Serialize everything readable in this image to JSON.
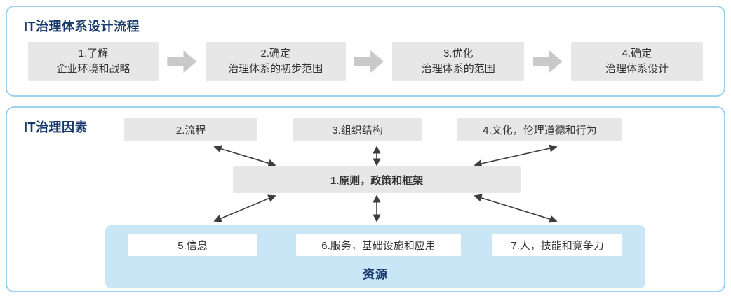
{
  "top_panel": {
    "title": "IT治理体系设计流程",
    "steps": [
      {
        "line1": "1.了解",
        "line2": "企业环境和战略"
      },
      {
        "line1": "2.确定",
        "line2": "治理体系的初步范围"
      },
      {
        "line1": "3.优化",
        "line2": "治理体系的范围"
      },
      {
        "line1": "4.确定",
        "line2": "治理体系设计"
      }
    ]
  },
  "bottom_panel": {
    "title": "IT治理因素",
    "top_factors": [
      "2.流程",
      "3.组织结构",
      "4.文化，伦理道德和行为"
    ],
    "center_factor": "1.原则，政策和框架",
    "resource_factors": [
      "5.信息",
      "6.服务，基础设施和应用",
      "7.人，技能和竞争力"
    ],
    "resource_label": "资源"
  },
  "colors": {
    "panel_border": "#9cd1ef",
    "title_text": "#17386a",
    "box_gray": "#e7e7e7",
    "block_arrow_gray": "#c9c9c9",
    "resources_bg": "#c9e6f6",
    "connector": "#3d3d3d"
  }
}
